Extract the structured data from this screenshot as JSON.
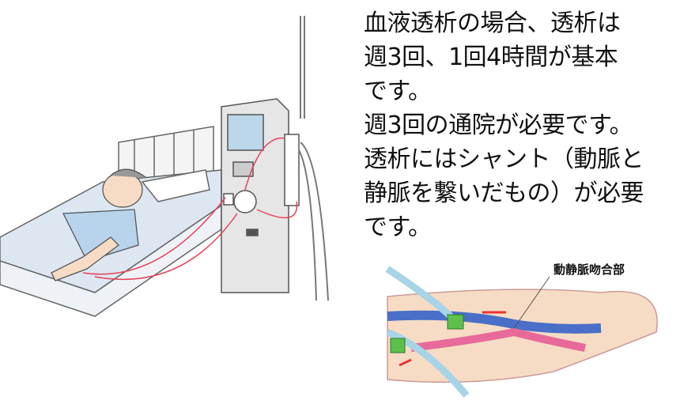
{
  "explanation": {
    "lines": [
      "血液透析の場合、透析は",
      "週3回、1回4時間が基本",
      "です。",
      "週3回の通院が必要です。",
      "透析にはシャント（動脈と",
      "静脈を繋いだもの）が必要",
      "です。"
    ]
  },
  "shunt_diagram": {
    "label": "動静脈吻合部"
  },
  "colors": {
    "tube": "#e8405a",
    "vein": "#4a6fc8",
    "artery": "#e86a9a",
    "clip": "#5cc04a",
    "skin": "#f6dcc4"
  }
}
